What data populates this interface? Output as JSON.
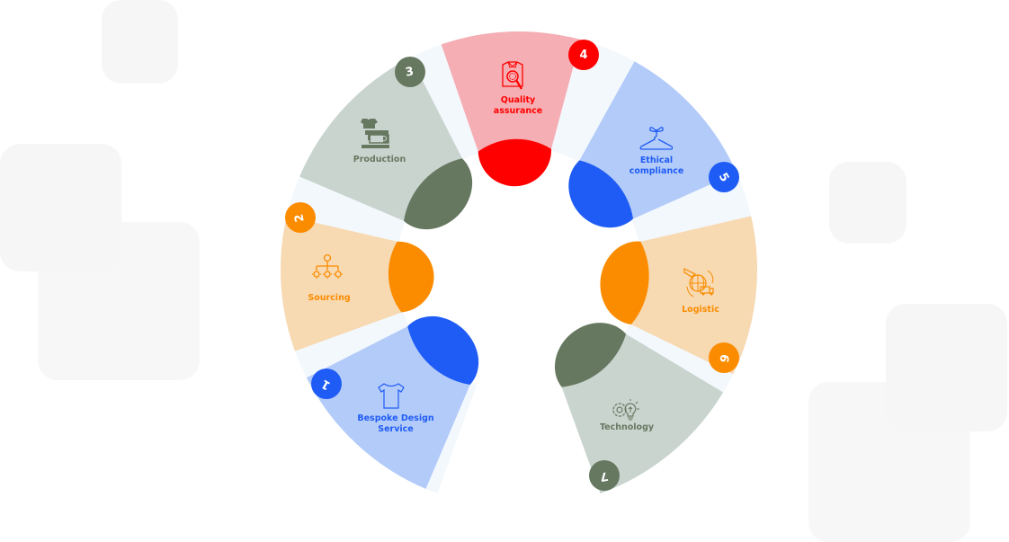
{
  "colors": {
    "blue_light": "#b3cbf9",
    "blue_dark": "#1f5cf5",
    "orange_light": "#f7d9b2",
    "orange_dark": "#fb8c00",
    "sage_light": "#c9d4ce",
    "sage_dark": "#677861",
    "red_light": "#f5aeb3",
    "red_dark": "#ff0000",
    "gap": "#f3f8fd"
  },
  "segments": [
    {
      "number": "1",
      "label": "Bespoke Design Service",
      "line1": "Bespoke Design",
      "line2": "Service",
      "icon": "tshirt-icon",
      "theme": "blue"
    },
    {
      "number": "2",
      "label": "Sourcing",
      "line1": "Sourcing",
      "line2": "",
      "icon": "network-hierarchy-icon",
      "theme": "orange"
    },
    {
      "number": "3",
      "label": "Production",
      "line1": "Production",
      "line2": "",
      "icon": "sewing-machine-icon",
      "theme": "sage"
    },
    {
      "number": "4",
      "label": "Quality assurance",
      "line1": "Quality",
      "line2": "assurance",
      "icon": "shirt-magnifier-icon",
      "theme": "red"
    },
    {
      "number": "5",
      "label": "Ethical compliance",
      "line1": "Ethical",
      "line2": "compliance",
      "icon": "hanger-sprout-icon",
      "theme": "blue"
    },
    {
      "number": "6",
      "label": "Logistic",
      "line1": "Logistic",
      "line2": "",
      "icon": "globe-plane-truck-icon",
      "theme": "orange"
    },
    {
      "number": "7",
      "label": "Technology",
      "line1": "Technology",
      "line2": "",
      "icon": "gear-bulb-icon",
      "theme": "sage"
    }
  ]
}
